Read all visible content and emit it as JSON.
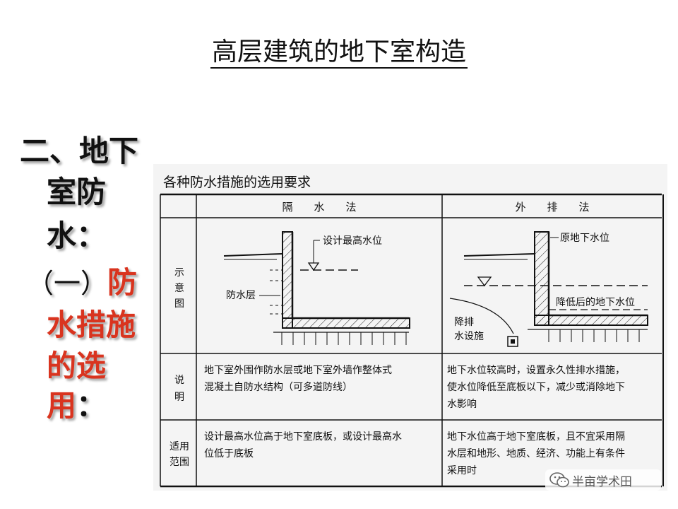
{
  "title": "高层建筑的地下室构造",
  "side_heading": {
    "line1": "二、地下",
    "line2": "室防",
    "line3": "水：",
    "sub_prefix": "（一）",
    "sub_red_1": "防",
    "sub_red_2": "水措施",
    "sub_red_3": "的选",
    "sub_red_4": "用",
    "sub_suffix": "："
  },
  "colors": {
    "accent_red": "#d9341f",
    "text": "#111111"
  },
  "table": {
    "caption": "各种防水措施的选用要求",
    "col_isolation": "隔　　水　　法",
    "col_drainage": "外　　排　　法",
    "row_diagram_1": "示",
    "row_diagram_2": "意",
    "row_diagram_3": "图",
    "row_desc_1": "说",
    "row_desc_2": "明",
    "row_scope_1": "适用",
    "row_scope_2": "范围",
    "diag_left_water_level": "设计最高水位",
    "diag_left_layer": "防水层",
    "diag_right_orig_level": "原地下水位",
    "diag_right_lowered_level": "降低后的地下水位",
    "diag_right_drain_1": "降排",
    "diag_right_drain_2": "水设施",
    "desc_left_1": "地下室外围作防水层或地下室外墙作整体式",
    "desc_left_2": "混凝土自防水结构（可多道防线）",
    "desc_right_1": "地下水位较高时，设置永久性排水措施，",
    "desc_right_2": "使水位降低至底板以下，减少或消除地下",
    "desc_right_3": "水影响",
    "scope_left_1": "设计最高水位高于地下室底板，或设计最高水",
    "scope_left_2": "位低于底板",
    "scope_right_1": "地下水位高于地下室底板，且不宜采用隔",
    "scope_right_2": "水层和地形、地质、经济、功能上有条件",
    "scope_right_3": "采用时"
  },
  "watermark": {
    "text": "半亩学术田",
    "icon": "wechat-icon"
  }
}
